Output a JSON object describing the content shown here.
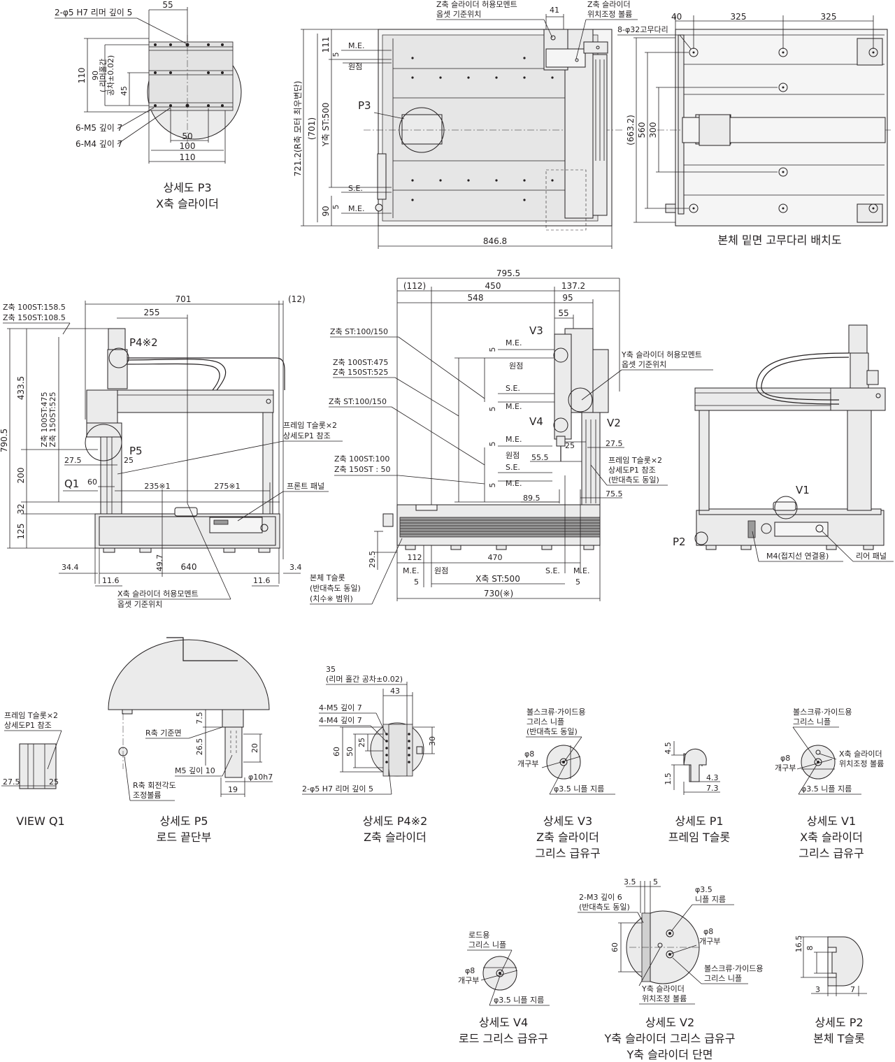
{
  "p3": {
    "title": "상세도 P3",
    "subtitle": "X축 슬라이더",
    "note_holes": "2-φ5 H7 리머 깊이 5",
    "note_m5": "6-M5 깊이 7",
    "note_m4": "6-M4 깊이 7",
    "d55": "55",
    "d50": "50",
    "d100": "100",
    "d110": "110",
    "d110v": "110",
    "d90": "90",
    "d45": "45",
    "reamer_pitch": "( 리머홀간",
    "reamer_tol": "공차±0.02)"
  },
  "top_view": {
    "z_moment": "Z축 슬라이더 허용모멘트",
    "z_moment2": "옵셋 기준위치",
    "z_adj": "Z축 슬라이더",
    "z_adj2": "위치조정 볼륨",
    "d41": "41",
    "d111": "111",
    "d5a": "5",
    "me": "M.E.",
    "origin": "원점",
    "p3": "P3",
    "y_st": "Y축 ST:500",
    "d701": "(701)",
    "d7212": "721.2(R축 모터 최우변단)",
    "se": "S.E.",
    "me2": "M.E.",
    "d90": "90",
    "d5b": "5",
    "d8468": "846.8"
  },
  "bottom_view": {
    "title": "본체 밑면 고무다리 배치도",
    "feet": "8-φ32고무다리",
    "d40": "40",
    "d325a": "325",
    "d325b": "325",
    "d6632": "(663.2)",
    "d560": "560",
    "d300": "300"
  },
  "front_view": {
    "z100": "Z축 100ST:158.5",
    "z150": "Z축 150ST:108.5",
    "d701": "701",
    "d12": "(12)",
    "d255": "255",
    "p4": "P4※2",
    "d4335": "433.5",
    "zst475": "Z축 100ST:475",
    "zst525": "Z축 150ST:525",
    "d7905": "790.5",
    "p5": "P5",
    "frame_slot": "프레임 T슬롯×2",
    "frame_slot2": "상세도P1 참조",
    "d275": "27.5",
    "d25": "25",
    "q1": "Q1",
    "d60": "60",
    "d235": "235※1",
    "d275b": "275※1",
    "front_panel": "프론트 패널",
    "d200": "200",
    "d32": "32",
    "d125": "125",
    "d497": "49.7",
    "d344": "34.4",
    "d640": "640",
    "d34": "3.4",
    "d116a": "11.6",
    "d116b": "11.6",
    "x_moment": "X축 슬라이더 허용모멘트",
    "x_moment2": "옵셋 기준위치"
  },
  "side_view": {
    "d7955": "795.5",
    "d112p": "(112)",
    "d450": "450",
    "d1372": "137.2",
    "d548": "548",
    "d95": "95",
    "d55": "55",
    "v3": "V3",
    "v4": "V4",
    "v2": "V2",
    "zst1": "Z축 ST:100/150",
    "z100": "Z축 100ST:475",
    "z150": "Z축 150ST:525",
    "zst2": "Z축 ST:100/150",
    "z100b": "Z축 100ST:100",
    "z150b": "Z축 150ST : 50",
    "me": "M.E.",
    "origin": "원점",
    "se": "S.E.",
    "me2": "M.E.",
    "me3": "M.E.",
    "origin2": "원점",
    "se2": "S.E.",
    "me4": "M.E.",
    "d5": "5",
    "y_moment": "Y축 슬라이더 허용모멘트",
    "y_moment2": "옵셋 기준위치",
    "d25": "25",
    "d275": "27.5",
    "d555": "55.5",
    "frame_slot": "프레임 T슬롯×2",
    "frame_slot2": "상세도P1 참조",
    "frame_slot3": "(반대측도 동일)",
    "d895": "89.5",
    "d755": "75.5",
    "d295": "29.5",
    "d112": "112",
    "d470": "470",
    "base_slot": "본체 T슬롯",
    "base_slot2": "(반대측도 동일)",
    "base_slot3": "(치수※ 범위)",
    "x_st": "X축 ST:500",
    "d730": "730(※)"
  },
  "rear_view": {
    "v1": "V1",
    "p2": "P2",
    "m4": "M4(접지선 연결용)",
    "rear_panel": "리어 패널"
  },
  "q1": {
    "title": "VIEW Q1",
    "note": "프레임 T슬롯×2",
    "note2": "상세도P1 참조",
    "d275": "27.5",
    "d25": "25"
  },
  "p5": {
    "title": "상세도 P5",
    "subtitle": "로드 끝단부",
    "r_ref": "R축 기준면",
    "r_adj": "R축 회전각도",
    "r_adj2": "조정볼륨",
    "m5": "M5 깊이 10",
    "d75": "7.5",
    "d265": "26.5",
    "d20": "20",
    "d10h7": "φ10h7",
    "d19": "19"
  },
  "p4": {
    "title": "상세도 P4※2",
    "subtitle": "Z축 슬라이더",
    "d35": "35",
    "tol": "(리머 홀간 공차±0.02)",
    "d43": "43",
    "m5": "4-M5 깊이 7",
    "m4": "4-M4 깊이 7",
    "d60": "60",
    "d50": "50",
    "d25": "25",
    "d30": "30",
    "holes": "2-φ5 H7 리머 깊이 5"
  },
  "v3": {
    "title": "상세도 V3",
    "subtitle": "Z축 슬라이더",
    "subtitle2": "그리스 급유구",
    "note1": "볼스크류·가이드용",
    "note2": "그리스 니플",
    "note3": "(반대측도 동일)",
    "phi8": "φ8",
    "open": "개구부",
    "nipple": "φ3.5 니플 지름"
  },
  "p1": {
    "title": "상세도 P1",
    "subtitle": "프레임 T슬롯",
    "d45": "4.5",
    "d15": "1.5",
    "d43": "4.3",
    "d73": "7.3"
  },
  "v1": {
    "title": "상세도 V1",
    "subtitle": "X축 슬라이더",
    "subtitle2": "그리스 급유구",
    "note1": "볼스크류·가이드용",
    "note2": "그리스 니플",
    "adj1": "X축 슬라이더",
    "adj2": "위치조정 볼륨",
    "phi8": "φ8",
    "open": "개구부",
    "nipple": "φ3.5 니플 지름"
  },
  "v4": {
    "title": "상세도 V4",
    "subtitle": "로드 그리스 급유구",
    "note1": "로드용",
    "note2": "그리스 니플",
    "phi8": "φ8",
    "open": "개구부",
    "nipple": "φ3.5 니플 지름"
  },
  "v2": {
    "title": "상세도 V2",
    "subtitle": "Y축 슬라이더 그리스 급유구",
    "subtitle2": "Y축 슬라이더 단면",
    "d35": "3.5",
    "d5": "5",
    "m3": "2-M3 깊이 6",
    "m3b": "(반대측도 동일)",
    "phi35": "φ3.5",
    "nipple": "니플 지름",
    "phi8": "φ8",
    "open": "개구부",
    "d60": "60",
    "note1": "볼스크류·가이드용",
    "note2": "그리스 니플",
    "adj1": "Y축 슬라이더",
    "adj2": "위치조정 볼륨"
  },
  "p2": {
    "title": "상세도 P2",
    "subtitle": "본체 T슬롯",
    "d165": "16.5",
    "d8": "8",
    "d3": "3",
    "d7": "7"
  }
}
